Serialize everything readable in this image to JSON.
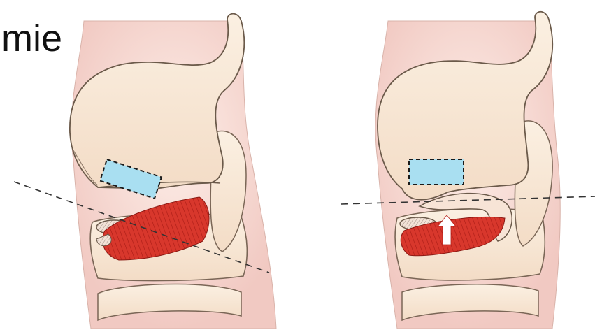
{
  "slide": {
    "title_fragment": "mie"
  },
  "figure": {
    "panels": [
      "left-larynx-illustration",
      "right-larynx-illustration"
    ],
    "colors": {
      "skin": "#f7e0d6",
      "cartilage": "#f8ead6",
      "outline": "#6b5a4a",
      "muscle": "#d92f26",
      "rectangle_fill": "#a9dff1",
      "cut_line": "#333333",
      "arrow": "#ffffff"
    },
    "markers": {
      "left": [
        "dashed-rectangle",
        "diagonal-dashed-cut-line"
      ],
      "right": [
        "dashed-rectangle",
        "horizontal-dashed-cut-line",
        "upward-arrow"
      ]
    }
  }
}
